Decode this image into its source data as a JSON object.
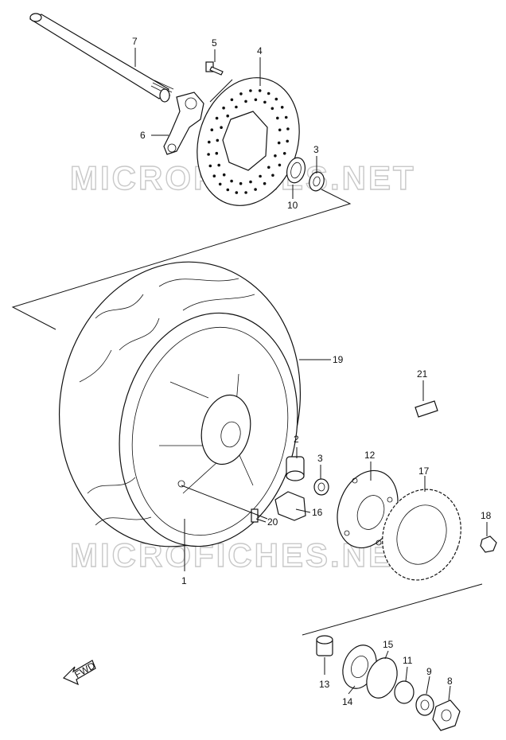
{
  "watermark": {
    "top": "MICROFICHES.NET",
    "bottom": "MICROFICHES.NET"
  },
  "fwd_label": "FWD",
  "callouts": {
    "p1": "1",
    "p2": "2",
    "p3a": "3",
    "p3b": "3",
    "p4": "4",
    "p5": "5",
    "p6": "6",
    "p7": "7",
    "p8": "8",
    "p9": "9",
    "p10": "10",
    "p11": "11",
    "p12": "12",
    "p13": "13",
    "p14": "14",
    "p15": "15",
    "p16": "16",
    "p17": "17",
    "p18": "18",
    "p19": "19",
    "p20": "20",
    "p21": "21"
  }
}
